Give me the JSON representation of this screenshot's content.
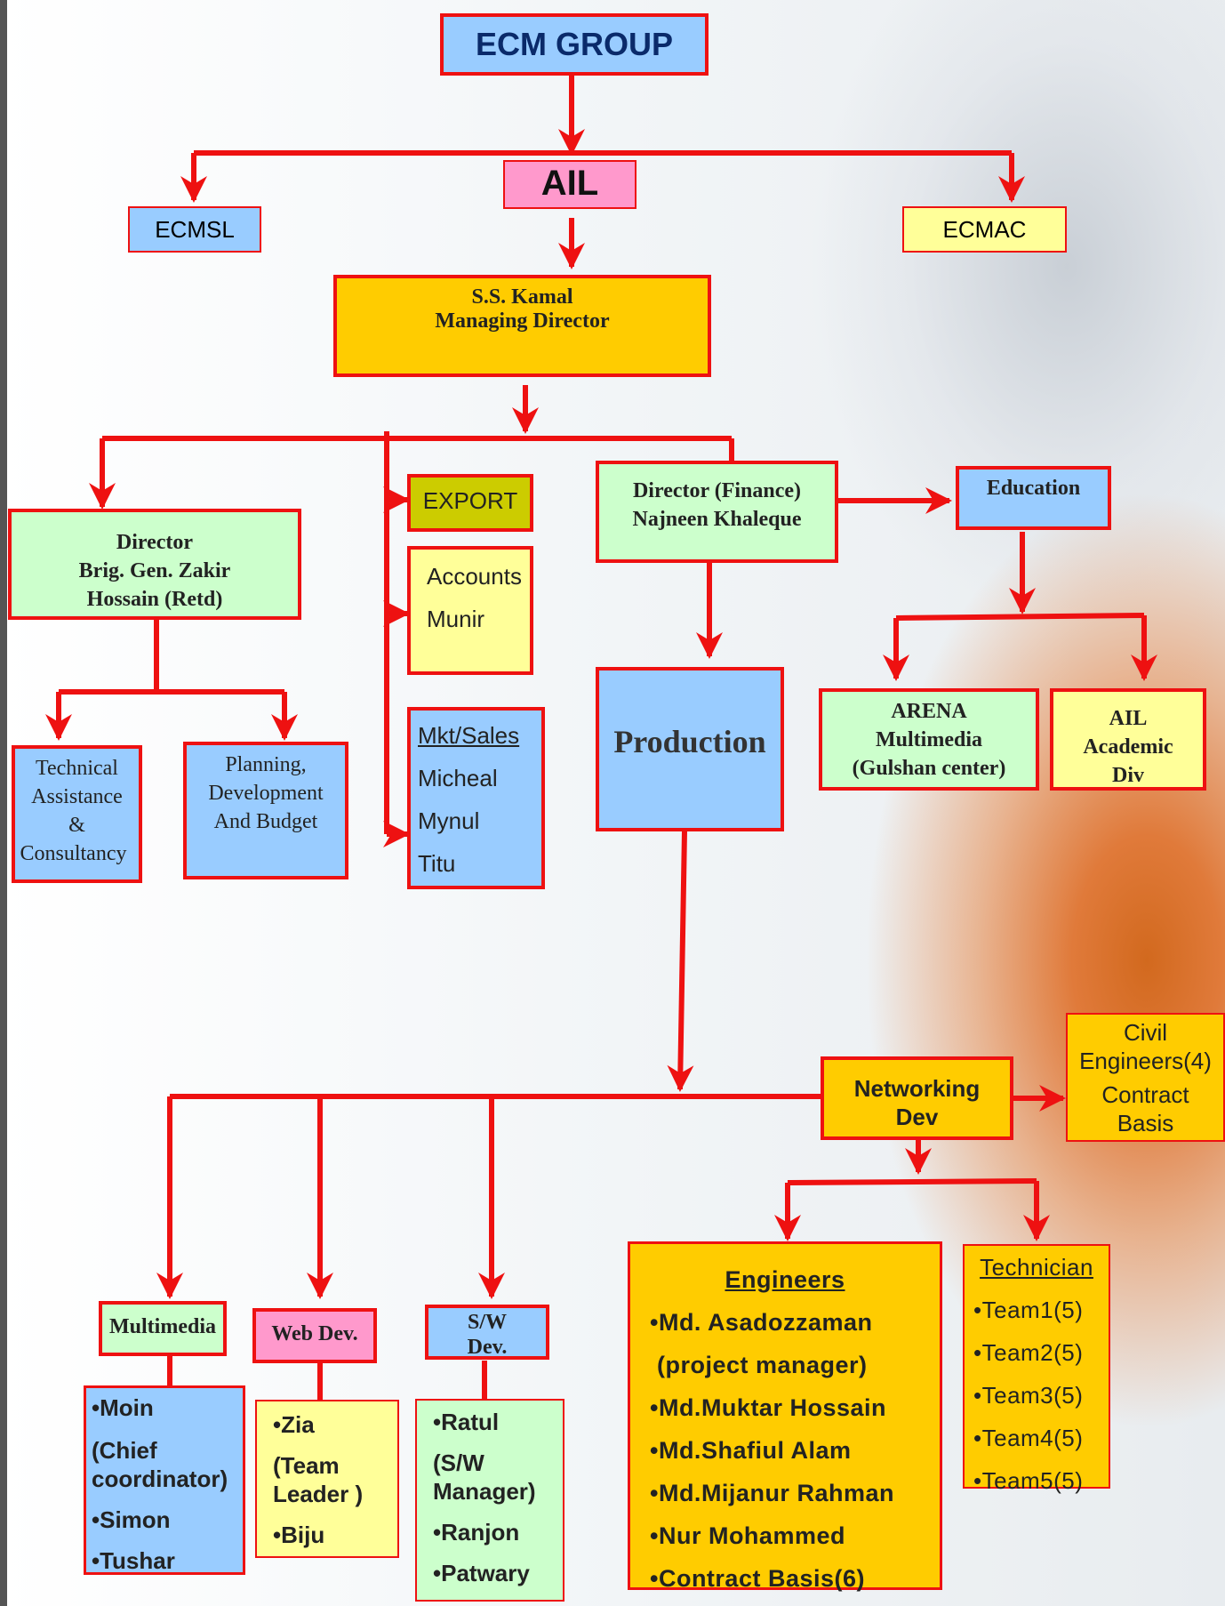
{
  "top": {
    "ecm_group": "ECM GROUP",
    "ail": "AIL",
    "ecmsl": "ECMSL",
    "ecmac": "ECMAC"
  },
  "md": {
    "name": "S.S. Kamal",
    "title": "Managing Director"
  },
  "director_left": {
    "line1": "Director",
    "line2": "Brig. Gen. Zakir",
    "line3": "Hossain (Retd)"
  },
  "technical": {
    "line1": "Technical",
    "line2": "Assistance",
    "line3": "&",
    "line4": "Consultancy"
  },
  "planning": {
    "line1": "Planning,",
    "line2": "Development",
    "line3": "And Budget"
  },
  "export": "EXPORT",
  "accounts": {
    "label": "Accounts",
    "name": "Munir"
  },
  "mkt": {
    "label": "Mkt/Sales",
    "names": [
      "Micheal",
      "Mynul",
      "Titu"
    ]
  },
  "director_finance": {
    "line1": "Director (Finance)",
    "line2": "Najneen Khaleque"
  },
  "education": "Education",
  "production": "Production",
  "arena": {
    "line1": "ARENA",
    "line2": "Multimedia",
    "line3": "(Gulshan center)"
  },
  "ail_academic": {
    "line1": "AIL",
    "line2": "Academic",
    "line3": "Div"
  },
  "networking": {
    "line1": "Networking",
    "line2": "Dev"
  },
  "civil": {
    "line1": "Civil",
    "line2": "Engineers(4)",
    "line3": "Contract",
    "line4": "Basis"
  },
  "multimedia": {
    "title": "Multimedia",
    "items": [
      "•Moin",
      "(Chief",
      "coordinator)",
      "•Simon",
      "•Tushar"
    ]
  },
  "webdev": {
    "title": "Web Dev.",
    "items": [
      "•Zia",
      "(Team",
      "Leader )",
      "•Biju"
    ]
  },
  "swdev": {
    "title_line1": "S/W",
    "title_line2": "Dev.",
    "items": [
      "•Ratul",
      "(S/W",
      "Manager)",
      "•Ranjon",
      "•Patwary"
    ]
  },
  "engineers": {
    "title": "Engineers",
    "items": [
      "•Md. Asadozzaman",
      "(project manager)",
      "•Md.Muktar Hossain",
      "•Md.Shafiul Alam",
      "•Md.Mijanur Rahman",
      "•Nur Mohammed",
      "•Contract Basis(6)"
    ]
  },
  "technician": {
    "title": "Technician",
    "items": [
      "•Team1(5)",
      "•Team2(5)",
      "•Team3(5)",
      "•Team4(5)",
      "•Team5(5)"
    ]
  },
  "colors": {
    "line": "#ee1111",
    "blue": "#99ccff",
    "orange": "#ffcc00",
    "yellow": "#ffff99",
    "green": "#ccffcc",
    "pink": "#ff99cc"
  }
}
